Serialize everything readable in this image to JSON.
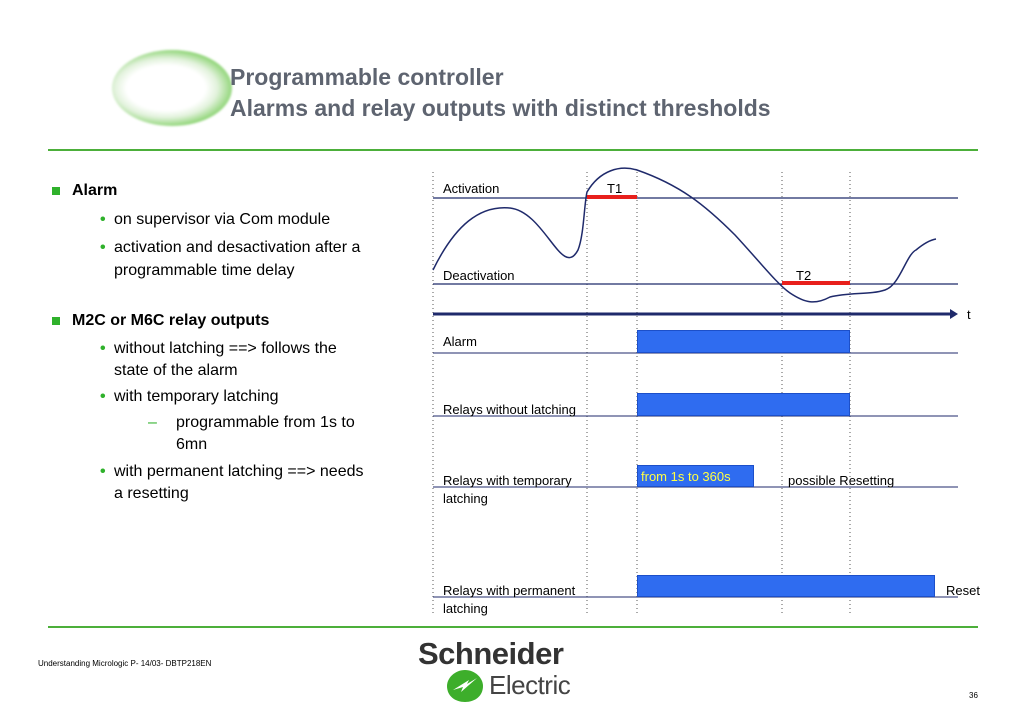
{
  "title": {
    "line1": "Programmable controller",
    "line2": "Alarms and relay outputs with distinct thresholds"
  },
  "bullets": {
    "alarm": {
      "heading": "Alarm",
      "items": [
        "on supervisor via Com module",
        "activation and  desactivation after a",
        "programmable time delay"
      ]
    },
    "relay": {
      "heading": "M2C or M6C relay outputs",
      "items": [
        "without  latching ==> follows the",
        "state of the alarm",
        "with temporary latching",
        "programmable from  1s to",
        "6mn",
        "with permanent latching  ==> needs",
        "a resetting"
      ]
    }
  },
  "diagram": {
    "activation": "Activation",
    "deactivation": "Deactivation",
    "t1": "T1",
    "t2": "T2",
    "time_axis": "t",
    "alarm": "Alarm",
    "relays_without": "Relays without  latching",
    "relays_temporary_1": "Relays with temporary",
    "relays_temporary_2": "latching",
    "temporary_bar": "from 1s to 360s",
    "possible_resetting": "possible Resetting",
    "relays_permanent_1": "Relays with permanent",
    "relays_permanent_2": "latching",
    "reset": "Reset",
    "colors": {
      "bar": "#2f6cf0",
      "threshold": "#e8201c",
      "line": "#1f2a6b"
    }
  },
  "footer": {
    "text": "Understanding Micrologic P- 14/03- DBTP218EN",
    "page": "36",
    "logo_line1": "Schneider",
    "logo_line2": "Electric"
  },
  "colors": {
    "title": "#5e6470",
    "accent": "#2fb12b",
    "rule": "#4caf3a"
  }
}
